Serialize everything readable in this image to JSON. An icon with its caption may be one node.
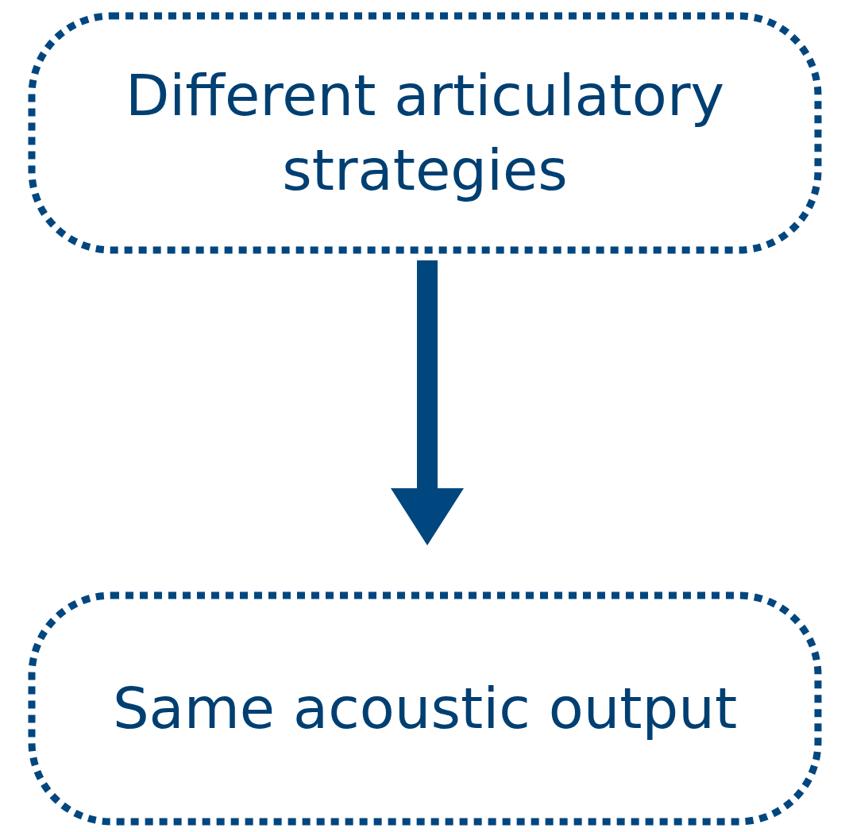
{
  "diagram": {
    "nodes": [
      {
        "text": [
          "Different articulatory strategies"
        ]
      },
      {
        "text": [
          "Same acoustic output"
        ]
      }
    ],
    "edges": [
      {
        "from": 0,
        "to": 1,
        "arrow": "to"
      }
    ]
  }
}
